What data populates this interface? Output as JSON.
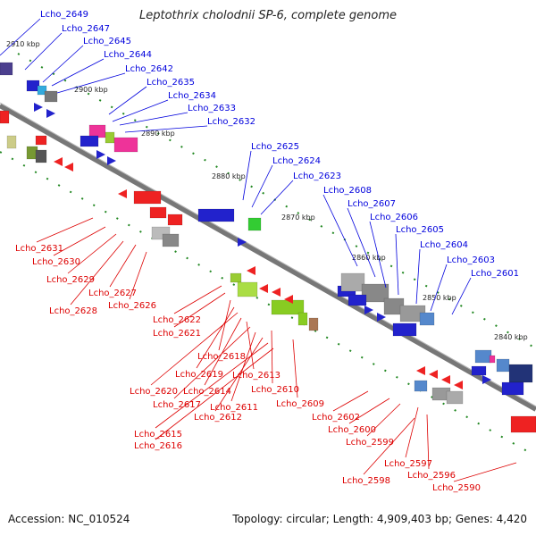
{
  "title": "Leptothrix cholodnii SP-6, complete genome",
  "footer": {
    "accession": "Accession: NC_010524",
    "summary": "Topology: circular; Length: 4,909,403 bp; Genes: 4,420"
  },
  "ticks": [
    "2910 kbp",
    "2900 kbp",
    "2890 kbp",
    "2880 kbp",
    "2870 kbp",
    "2860 kbp",
    "2850 kbp",
    "2840 kbp"
  ],
  "forward_labels": [
    "Lcho_2649",
    "Lcho_2647",
    "Lcho_2645",
    "Lcho_2644",
    "Lcho_2642",
    "Lcho_2635",
    "Lcho_2634",
    "Lcho_2633",
    "Lcho_2632",
    "Lcho_2625",
    "Lcho_2624",
    "Lcho_2623",
    "Lcho_2608",
    "Lcho_2607",
    "Lcho_2606",
    "Lcho_2605",
    "Lcho_2604",
    "Lcho_2603",
    "Lcho_2601"
  ],
  "reverse_labels": [
    "Lcho_2631",
    "Lcho_2630",
    "Lcho_2629",
    "Lcho_2627",
    "Lcho_2628",
    "Lcho_2626",
    "Lcho_2622",
    "Lcho_2621",
    "Lcho_2618",
    "Lcho_2619",
    "Lcho_2620",
    "Lcho_2614",
    "Lcho_2613",
    "Lcho_2617",
    "Lcho_2611",
    "Lcho_2610",
    "Lcho_2612",
    "Lcho_2609",
    "Lcho_2615",
    "Lcho_2616",
    "Lcho_2602",
    "Lcho_2600",
    "Lcho_2599",
    "Lcho_2597",
    "Lcho_2596",
    "Lcho_2598",
    "Lcho_2590"
  ],
  "colors": {
    "forward": "#0000dd",
    "reverse": "#dd0000",
    "backbone": "#888888",
    "tick": "#228822"
  }
}
